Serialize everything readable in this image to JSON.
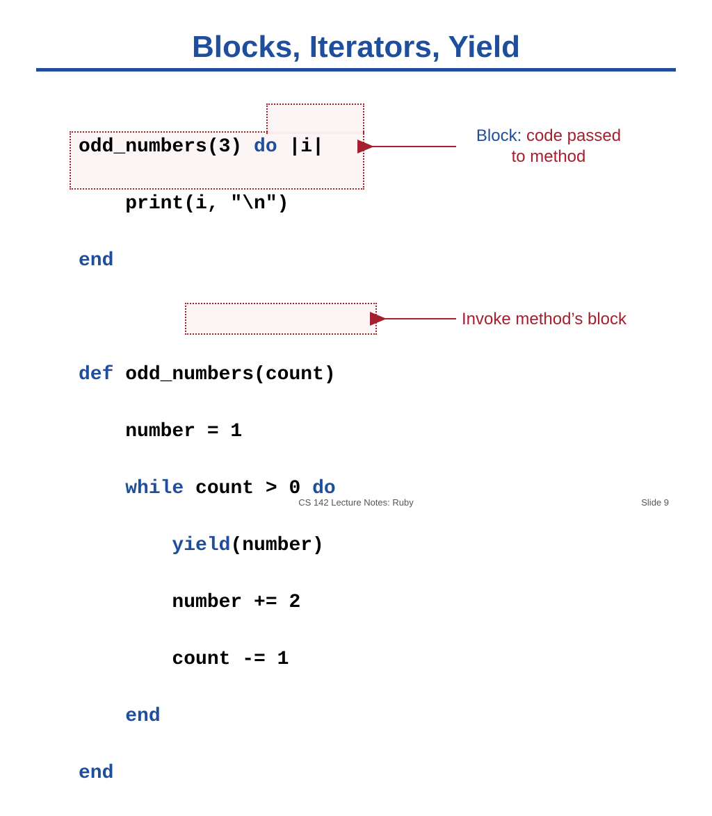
{
  "slide": {
    "title": "Blocks, Iterators, Yield",
    "footer_center": "CS 142 Lecture Notes: Ruby",
    "footer_right": "Slide 9"
  },
  "code": {
    "l1_a": "odd_numbers(3) ",
    "l1_kw": "do",
    "l1_b": " |i|",
    "l2": "    print(i, \"\\n\")",
    "l3_kw": "end",
    "l5_kw": "def",
    "l5_b": " odd_numbers(count)",
    "l6": "    number = 1",
    "l7_indent": "    ",
    "l7_kw1": "while",
    "l7_b": " count > 0 ",
    "l7_kw2": "do",
    "l8_indent": "        ",
    "l8_kw": "yield",
    "l8_b": "(number)",
    "l9": "        number += 2",
    "l10": "        count -= 1",
    "l11_indent": "    ",
    "l11_kw": "end",
    "l12_kw": "end"
  },
  "annotations": {
    "block_prefix": "Block: ",
    "block_rest_1": "code passed",
    "block_rest_2": "to method",
    "yield_note": "Invoke method’s block"
  },
  "colors": {
    "keyword": "#1f4e9c",
    "annotation": "#a5202e"
  }
}
